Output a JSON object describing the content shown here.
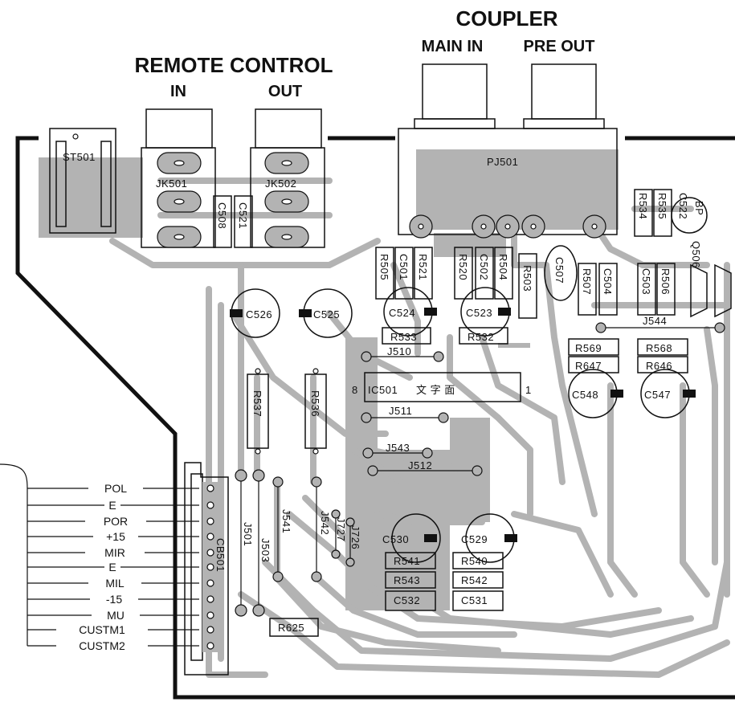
{
  "headings": {
    "coupler": "COUPLER",
    "main_in": "MAIN IN",
    "pre_out": "PRE OUT",
    "remote_control": "REMOTE CONTROL",
    "in": "IN",
    "out": "OUT"
  },
  "components": {
    "st501": "ST501",
    "jk501": "JK501",
    "jk502": "JK502",
    "pj501": "PJ501",
    "c508": "C508",
    "c521": "C521",
    "r505": "R505",
    "c501": "C501",
    "r521": "R521",
    "r520": "R520",
    "c502": "C502",
    "r504": "R504",
    "r503": "R503",
    "c507": "C507",
    "r507": "R507",
    "c504": "C504",
    "c503": "C503",
    "r506": "R506",
    "r534": "R534",
    "r535": "R535",
    "c522": "C522",
    "bp": "BP",
    "q506": "Q506",
    "c526": "C526",
    "c525": "C525",
    "c524": "C524",
    "c523": "C523",
    "r533": "R533",
    "r532": "R532",
    "j510": "J510",
    "j544": "J544",
    "r569": "R569",
    "r568": "R568",
    "r647": "R647",
    "r646": "R646",
    "c548": "C548",
    "c547": "C547",
    "ic501": "IC501",
    "ic_chars": "文 字 面",
    "ic_pin8": "8",
    "ic_pin1": "1",
    "j511": "J511",
    "r537": "R537",
    "r536": "R536",
    "j543": "J543",
    "j512": "J512",
    "j501": "J501",
    "j503": "J503",
    "j541": "J541",
    "j542": "J542",
    "j727": "J727",
    "j726": "J726",
    "cb501": "CB501",
    "c530": "C530",
    "c529": "C529",
    "r541": "R541",
    "r540": "R540",
    "r543": "R543",
    "r542": "R542",
    "c532": "C532",
    "c531": "C531",
    "r625": "R625"
  },
  "pin_labels": [
    "POL",
    "E",
    "POR",
    "+15",
    "MIR",
    "E",
    "MIL",
    "-15",
    "MU",
    "CUSTM1",
    "CUSTM2"
  ],
  "colors": {
    "copper": "#b3b3b3",
    "ink": "#111111"
  }
}
